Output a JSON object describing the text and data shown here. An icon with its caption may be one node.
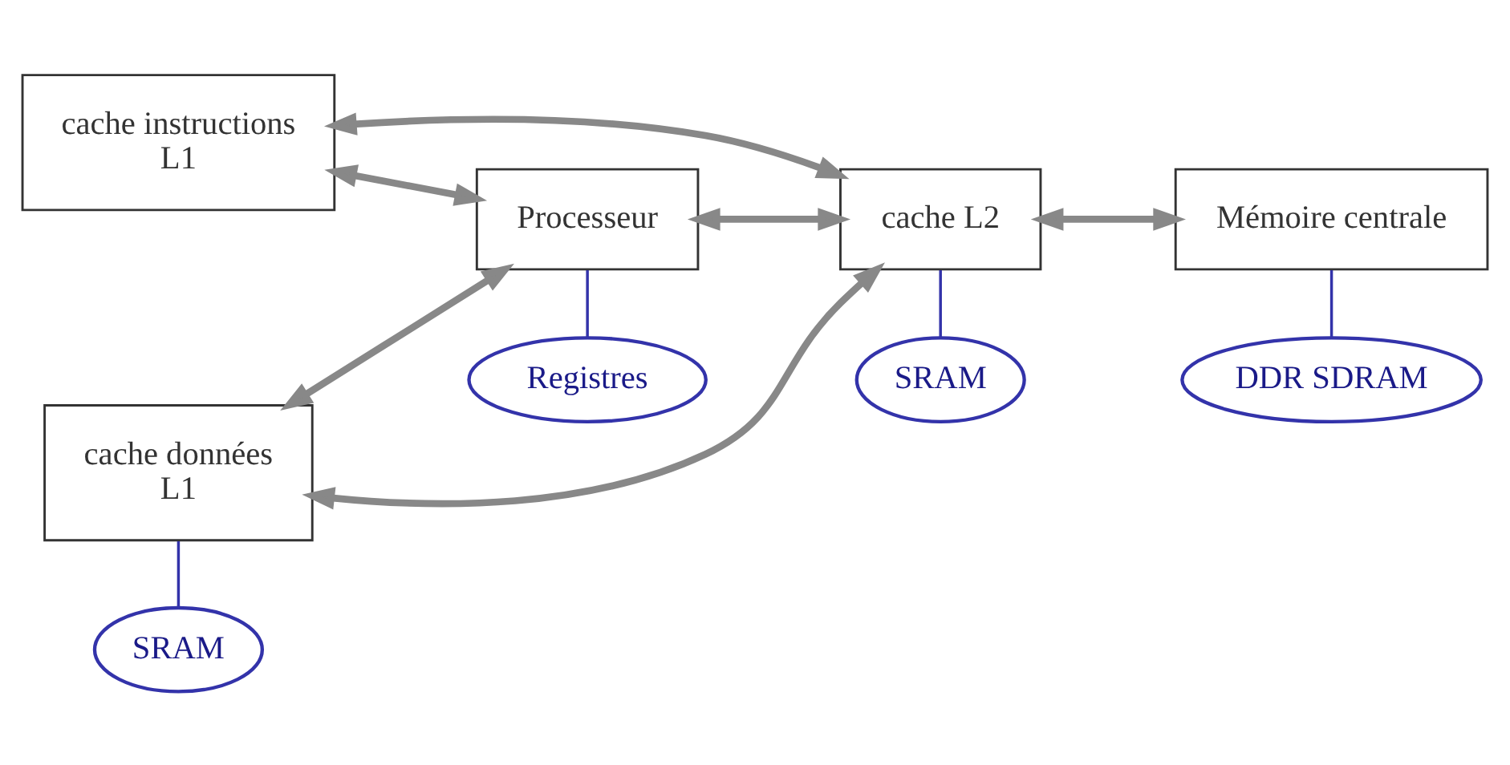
{
  "diagram": {
    "nodes": [
      {
        "text": [
          "Processeur"
        ]
      },
      {
        "text": [
          "cache instructions",
          "L1"
        ]
      },
      {
        "text": [
          "cache données",
          "L1"
        ]
      },
      {
        "text": [
          "cache L2"
        ]
      },
      {
        "text": [
          "Mémoire centrale"
        ]
      },
      {
        "text": [
          "Registres"
        ]
      },
      {
        "text": [
          "SRAM"
        ]
      },
      {
        "text": [
          "SRAM"
        ]
      },
      {
        "text": [
          "DDR SDRAM"
        ]
      }
    ],
    "edges": [
      {
        "from": 0,
        "to": 3,
        "arrow": "both"
      },
      {
        "from": 1,
        "to": 0,
        "arrow": "both"
      },
      {
        "from": 1,
        "to": 3,
        "arrow": "both"
      },
      {
        "from": 2,
        "to": 0,
        "arrow": "both"
      },
      {
        "from": 2,
        "to": 3,
        "arrow": "both"
      },
      {
        "from": 3,
        "to": 4,
        "arrow": "both"
      },
      {
        "from": 0,
        "to": 5,
        "arrow": "none",
        "color": "#3333aa"
      },
      {
        "from": 2,
        "to": 6,
        "arrow": "none",
        "color": "#3333aa"
      },
      {
        "from": 3,
        "to": 7,
        "arrow": "none",
        "color": "#3333aa"
      },
      {
        "from": 4,
        "to": 8,
        "arrow": "none",
        "color": "#3333aa"
      }
    ]
  }
}
